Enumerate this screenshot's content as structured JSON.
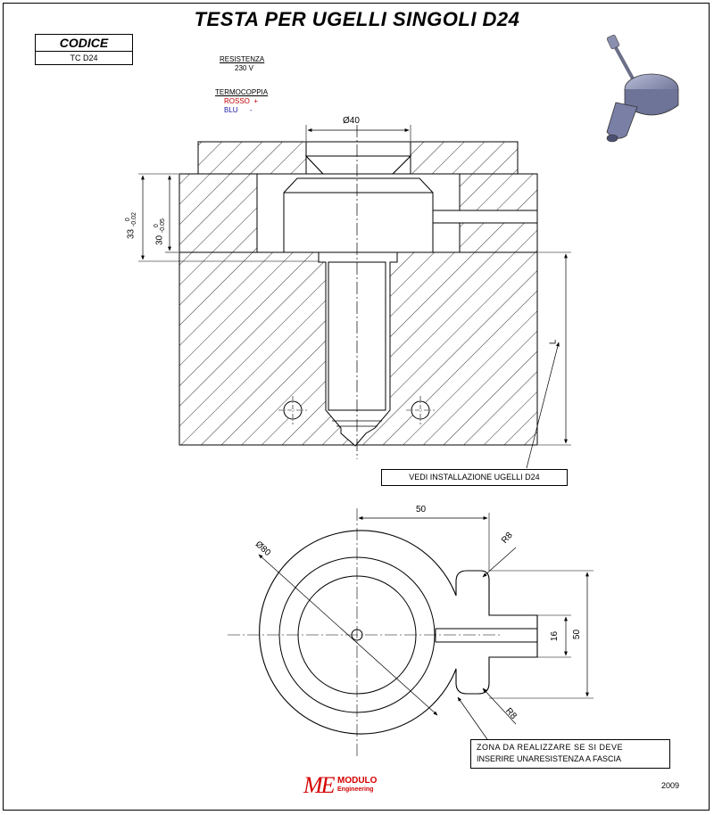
{
  "title": "TESTA PER UGELLI SINGOLI D24",
  "codice": {
    "header": "CODICE",
    "value": "TC D24"
  },
  "resistenza": {
    "label": "RESISTENZA",
    "value": "230 V"
  },
  "termocoppia": {
    "label": "TERMOCOPPIA",
    "rosso": "ROSSO  +",
    "blu": "BLU      -"
  },
  "dimensions": {
    "top_diameter": "Ø40",
    "h33": "33",
    "h33_tol_upper": "0",
    "h33_tol_lower": "-0.02",
    "h30": "30",
    "h30_tol_upper": "0",
    "h30_tol_lower": "-0.05",
    "length": "L",
    "width50": "50",
    "diameter80": "Ø80",
    "r8_top": "R8",
    "r8_bottom": "R8",
    "slot16": "16",
    "height50": "50"
  },
  "callouts": {
    "install": "VEDI INSTALLAZIONE UGELLI D24",
    "zone_line1": "ZONA DA REALIZZARE SE SI DEVE",
    "zone_line2": "INSERIRE UNARESISTENZA A FASCIA"
  },
  "logo": {
    "mark": "ME",
    "name": "MODULO",
    "sub": "Engineering"
  },
  "year": "2009",
  "colors": {
    "logo": "#d40000",
    "rosso": "#c00000",
    "blu": "#1a1aa0",
    "iso_body": "#8a8fb0"
  }
}
